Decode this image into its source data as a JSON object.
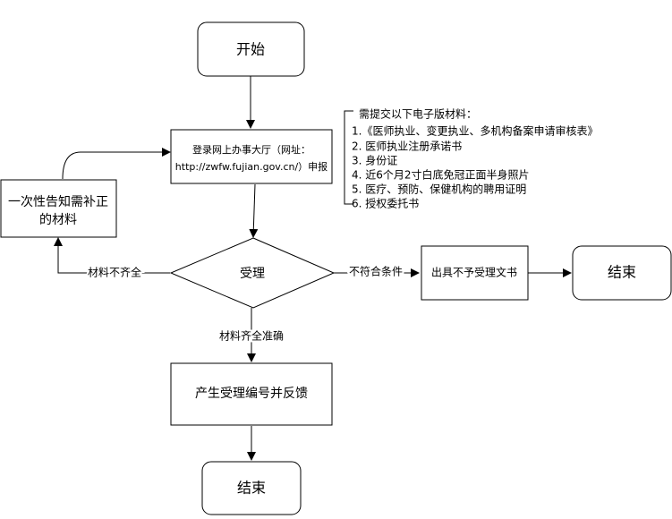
{
  "nodes": {
    "start": "开始",
    "login_line1": "登录网上办事大厅（网址：",
    "login_line2": "http://zwfw.fujian.gov.cn/）申报",
    "notify_line1": "一次性告知需补正",
    "notify_line2": "的材料",
    "accept": "受理",
    "reject_doc": "出具不予受理文书",
    "end_right": "结束",
    "produce": "产生受理编号并反馈",
    "end_bottom": "结束"
  },
  "edges": {
    "incomplete": "材料不齐全",
    "not_qualified": "不符合条件",
    "complete": "材料齐全准确"
  },
  "note": {
    "title": "需提交以下电子版材料：",
    "items": [
      "1.《医师执业、变更执业、多机构备案申请审核表》",
      "2. 医师执业注册承诺书",
      "3. 身份证",
      "4. 近6个月2寸白底免冠正面半身照片",
      "5. 医疗、预防、保健机构的聘用证明",
      "6. 授权委托书"
    ]
  }
}
